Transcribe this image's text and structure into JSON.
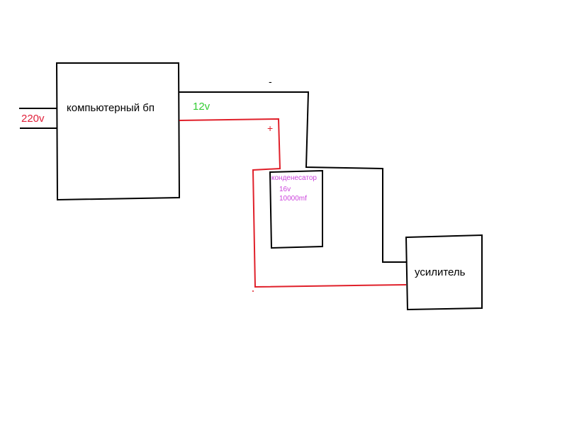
{
  "colors": {
    "wire_negative": "#000000",
    "wire_positive": "#e0202a",
    "voltage_label": "#33cc33",
    "input_label": "#e0203a",
    "capacitor_label": "#cc44dd"
  },
  "psu": {
    "label": "компьютерный бп",
    "input_voltage": "220v",
    "output_voltage": "12v"
  },
  "wires": {
    "minus_label": "-",
    "plus_label": "+"
  },
  "capacitor": {
    "label": "конденесатор",
    "voltage": "16v",
    "capacitance": "10000mf"
  },
  "amplifier": {
    "label": "усилитель"
  }
}
